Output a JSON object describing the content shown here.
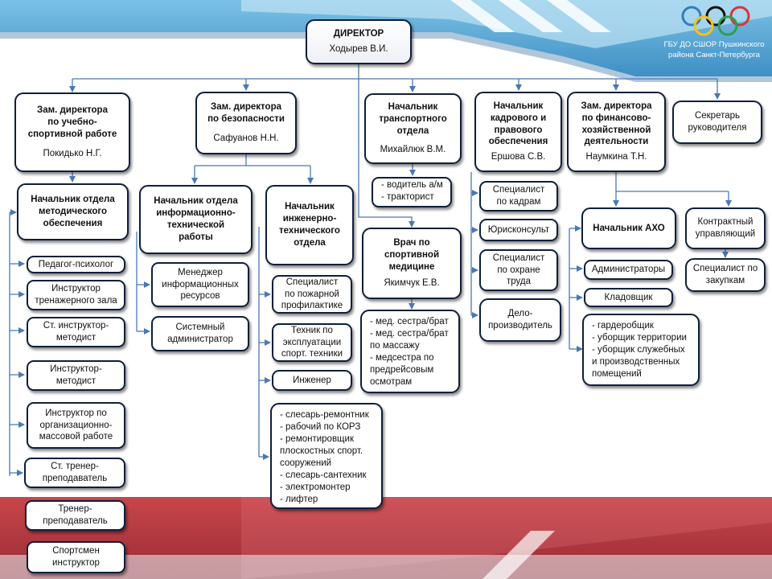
{
  "colors": {
    "blue": "#5aa9d6",
    "dark_blue": "#0f1f3a",
    "red": "#b6393f",
    "line": "#4a78b4"
  },
  "logo": {
    "icon": "olympic-rings-logo",
    "text": "ГБУ ДО СШОР Пушкинского\nрайона Санкт-Петербурга"
  },
  "director": {
    "title": "ДИРЕКТОР",
    "name": "Ходырев В.И."
  },
  "deputy_sport": {
    "title": "Зам. директора\nпо учебно-\nспортивной работе",
    "name": "Покидько Н.Г."
  },
  "deputy_security": {
    "title": "Зам. директора\nпо безопасности",
    "name": "Сафуанов Н.Н."
  },
  "head_transport": {
    "title": "Начальник\nтранспортного\nотдела",
    "name": "Михайлюк В.М."
  },
  "head_hr": {
    "title": "Начальник\nкадрового и\nправового\nобеспечения",
    "name": "Ершова С.В."
  },
  "deputy_finance": {
    "title": "Зам. директора\nпо финансово-\nхозяйственной\nдеятельности",
    "name": "Наумкина Т.Н."
  },
  "secretary": {
    "label": "Секретарь\nруководителя"
  },
  "head_method": {
    "title": "Начальник отдела\nметодического\nобеспечения"
  },
  "method_items": [
    "Педагог-психолог",
    "Инструктор\nтренажерного зала",
    "Ст. инструктор-\nметодист",
    "Инструктор-\nметодист",
    "Инструктор по\nорганизационно-\nмассовой работе",
    "Ст. тренер-\nпреподаватель",
    "Тренер-\nпреподаватель",
    "Спортсмен\nинструктор"
  ],
  "head_it": {
    "title": "Начальник отдела\nинформационно-\nтехнической\nработы"
  },
  "it_items": [
    "Менеджер\nинформационных\nресурсов",
    "Системный\nадминистратор"
  ],
  "head_eng": {
    "title": "Начальник\nинженерно-\nтехнического\nотдела"
  },
  "eng_items": [
    "Специалист\nпо пожарной\nпрофилактике",
    "Техник по\nэксплуатации\nспорт. техники",
    "Инженер"
  ],
  "eng_workers": [
    "- слесарь-ремонтник",
    "- рабочий по КОРЗ",
    "- ремонтировщик\nплоскостных спорт.\nсооружений",
    "- слесарь-сантехник",
    "- электромонтер",
    "- лифтер"
  ],
  "transport_staff": [
    "- водитель а/м",
    "- тракторист"
  ],
  "doctor": {
    "title": "Врач по\nспортивной\nмедицине",
    "name": "Якимчук Е.В."
  },
  "med_staff": [
    "- мед. сестра/брат",
    "- мед. сестра/брат\nпо массажу",
    "- медсестра по\nпредрейсовым\nосмотрам"
  ],
  "hr_items": [
    "Специалист\nпо кадрам",
    "Юрисконсульт",
    "Специалист\nпо охране\nтруда",
    "Дело-\nпроизводитель"
  ],
  "head_aho": {
    "title": "Начальник АХО"
  },
  "aho_items": [
    "Администраторы",
    "Кладовщик"
  ],
  "aho_staff": [
    "- гардеробщик",
    "- уборщик территории",
    "- уборщик служебных\nи производственных\nпомещений"
  ],
  "contract_manager": {
    "label": "Контрактный\nуправляющий"
  },
  "procurement": {
    "label": "Специалист по\nзакупкам"
  }
}
